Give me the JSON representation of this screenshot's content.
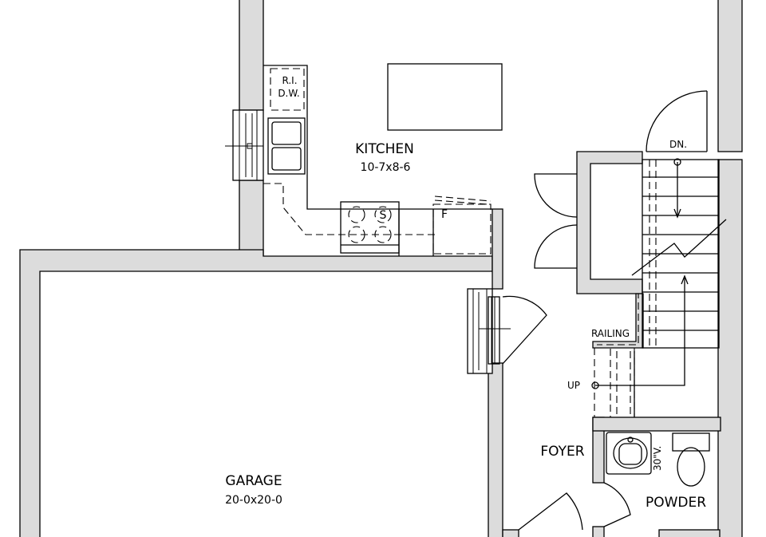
{
  "rooms": {
    "kitchen": {
      "name": "KITCHEN",
      "dims": "10-7x8-6"
    },
    "garage": {
      "name": "GARAGE",
      "dims": "20-0x20-0"
    },
    "foyer": {
      "name": "FOYER"
    },
    "powder": {
      "name": "POWDER"
    }
  },
  "labels": {
    "dishwasher_line1": "R.I.",
    "dishwasher_line2": "D.W.",
    "stove": "S",
    "fridge": "F",
    "stair_down": "DN.",
    "stair_up": "UP",
    "railing": "RAILING",
    "vanity": "30\"V."
  },
  "colors": {
    "wall_fill": "#dcdcdc",
    "line": "#000000",
    "background": "#ffffff"
  }
}
